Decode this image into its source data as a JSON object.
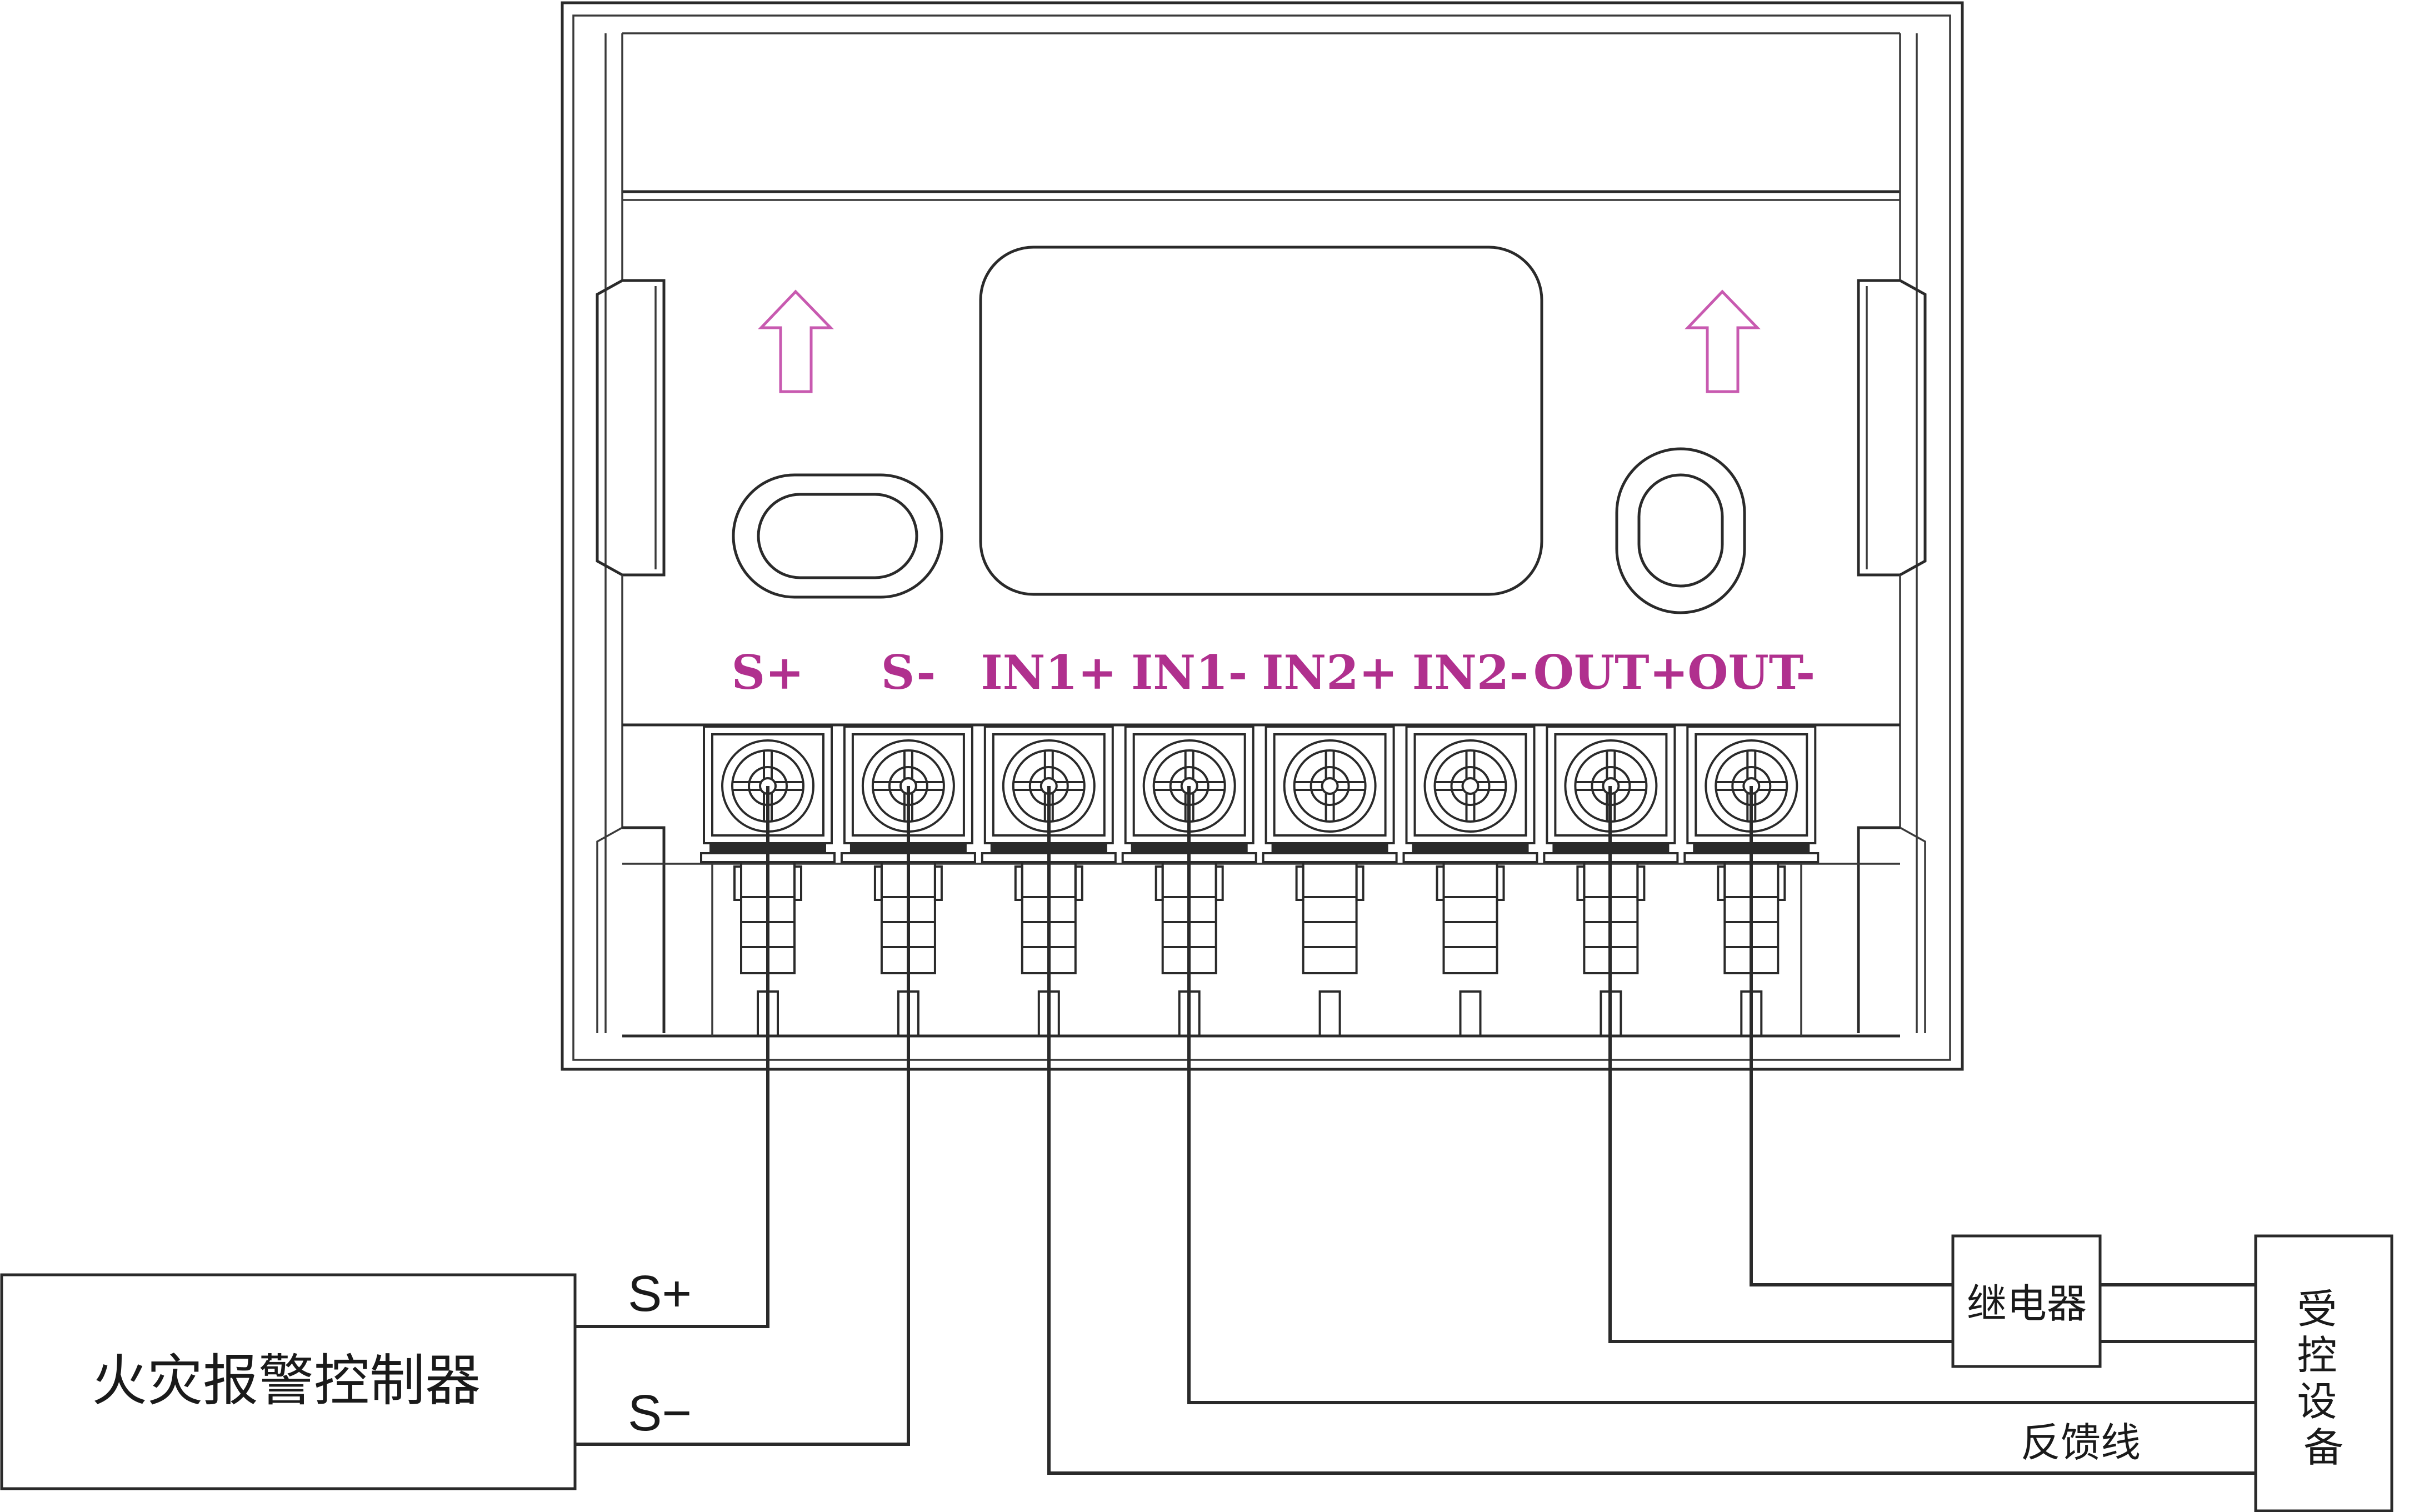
{
  "colors": {
    "line": "#2a2a2a",
    "terminal_label": "#b0308e",
    "arrow": "#c85ab0"
  },
  "terminals": [
    {
      "id": "s-plus",
      "label": "S+"
    },
    {
      "id": "s-minus",
      "label": "S-"
    },
    {
      "id": "in1-plus",
      "label": "IN1+"
    },
    {
      "id": "in1-minus",
      "label": "IN1-"
    },
    {
      "id": "in2-plus",
      "label": "IN2+"
    },
    {
      "id": "in2-minus",
      "label": "IN2-"
    },
    {
      "id": "out-plus",
      "label": "OUT+"
    },
    {
      "id": "out-minus",
      "label": "OUT-"
    }
  ],
  "controller": {
    "label": "火灾报警控制器",
    "s_plus": "S+",
    "s_minus": "S−"
  },
  "relay": {
    "label": "继电器"
  },
  "controlled_device": {
    "label": "受控设备",
    "chars": [
      "受",
      "控",
      "设",
      "备"
    ]
  },
  "feedback_label": "反馈线"
}
